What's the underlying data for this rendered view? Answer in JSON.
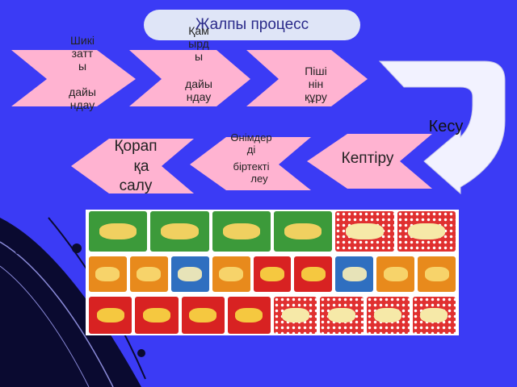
{
  "title": "Жалпы процесс",
  "steps": {
    "raw": {
      "l1": "Шикі",
      "l2": "затт",
      "l3": "ы",
      "l4": "дайы",
      "l5": "ндау"
    },
    "dough": {
      "l1": "Қам",
      "l2": "ырд",
      "l3": "ы",
      "l4": "дайы",
      "l5": "ндау"
    },
    "shape": {
      "l1": "Пішi",
      "l2": "нін",
      "l3": "құру"
    },
    "cut": "Кесу",
    "dry": "Кептіру",
    "sort": {
      "l1": "Өнімдер",
      "l2": "ді",
      "l3": "біртекті",
      "l4": "леу"
    },
    "pack": {
      "l1": "Қорап",
      "l2": "қа",
      "l3": "салу"
    }
  },
  "colors": {
    "background": "#3b3bf5",
    "arrow_fill": "#ffb3d1",
    "pill": "#dfe5f7",
    "curved_arrow": "#f2f2ff"
  },
  "photo": {
    "rows": [
      [
        "green",
        "green",
        "green",
        "green",
        "red-dots",
        "red-dots"
      ],
      [
        "orange",
        "orange",
        "blue",
        "orange",
        "red",
        "red",
        "blue",
        "orange",
        "orange"
      ],
      [
        "red",
        "red",
        "red",
        "red",
        "red-dots",
        "red-dots",
        "red-dots",
        "red-dots"
      ]
    ]
  }
}
